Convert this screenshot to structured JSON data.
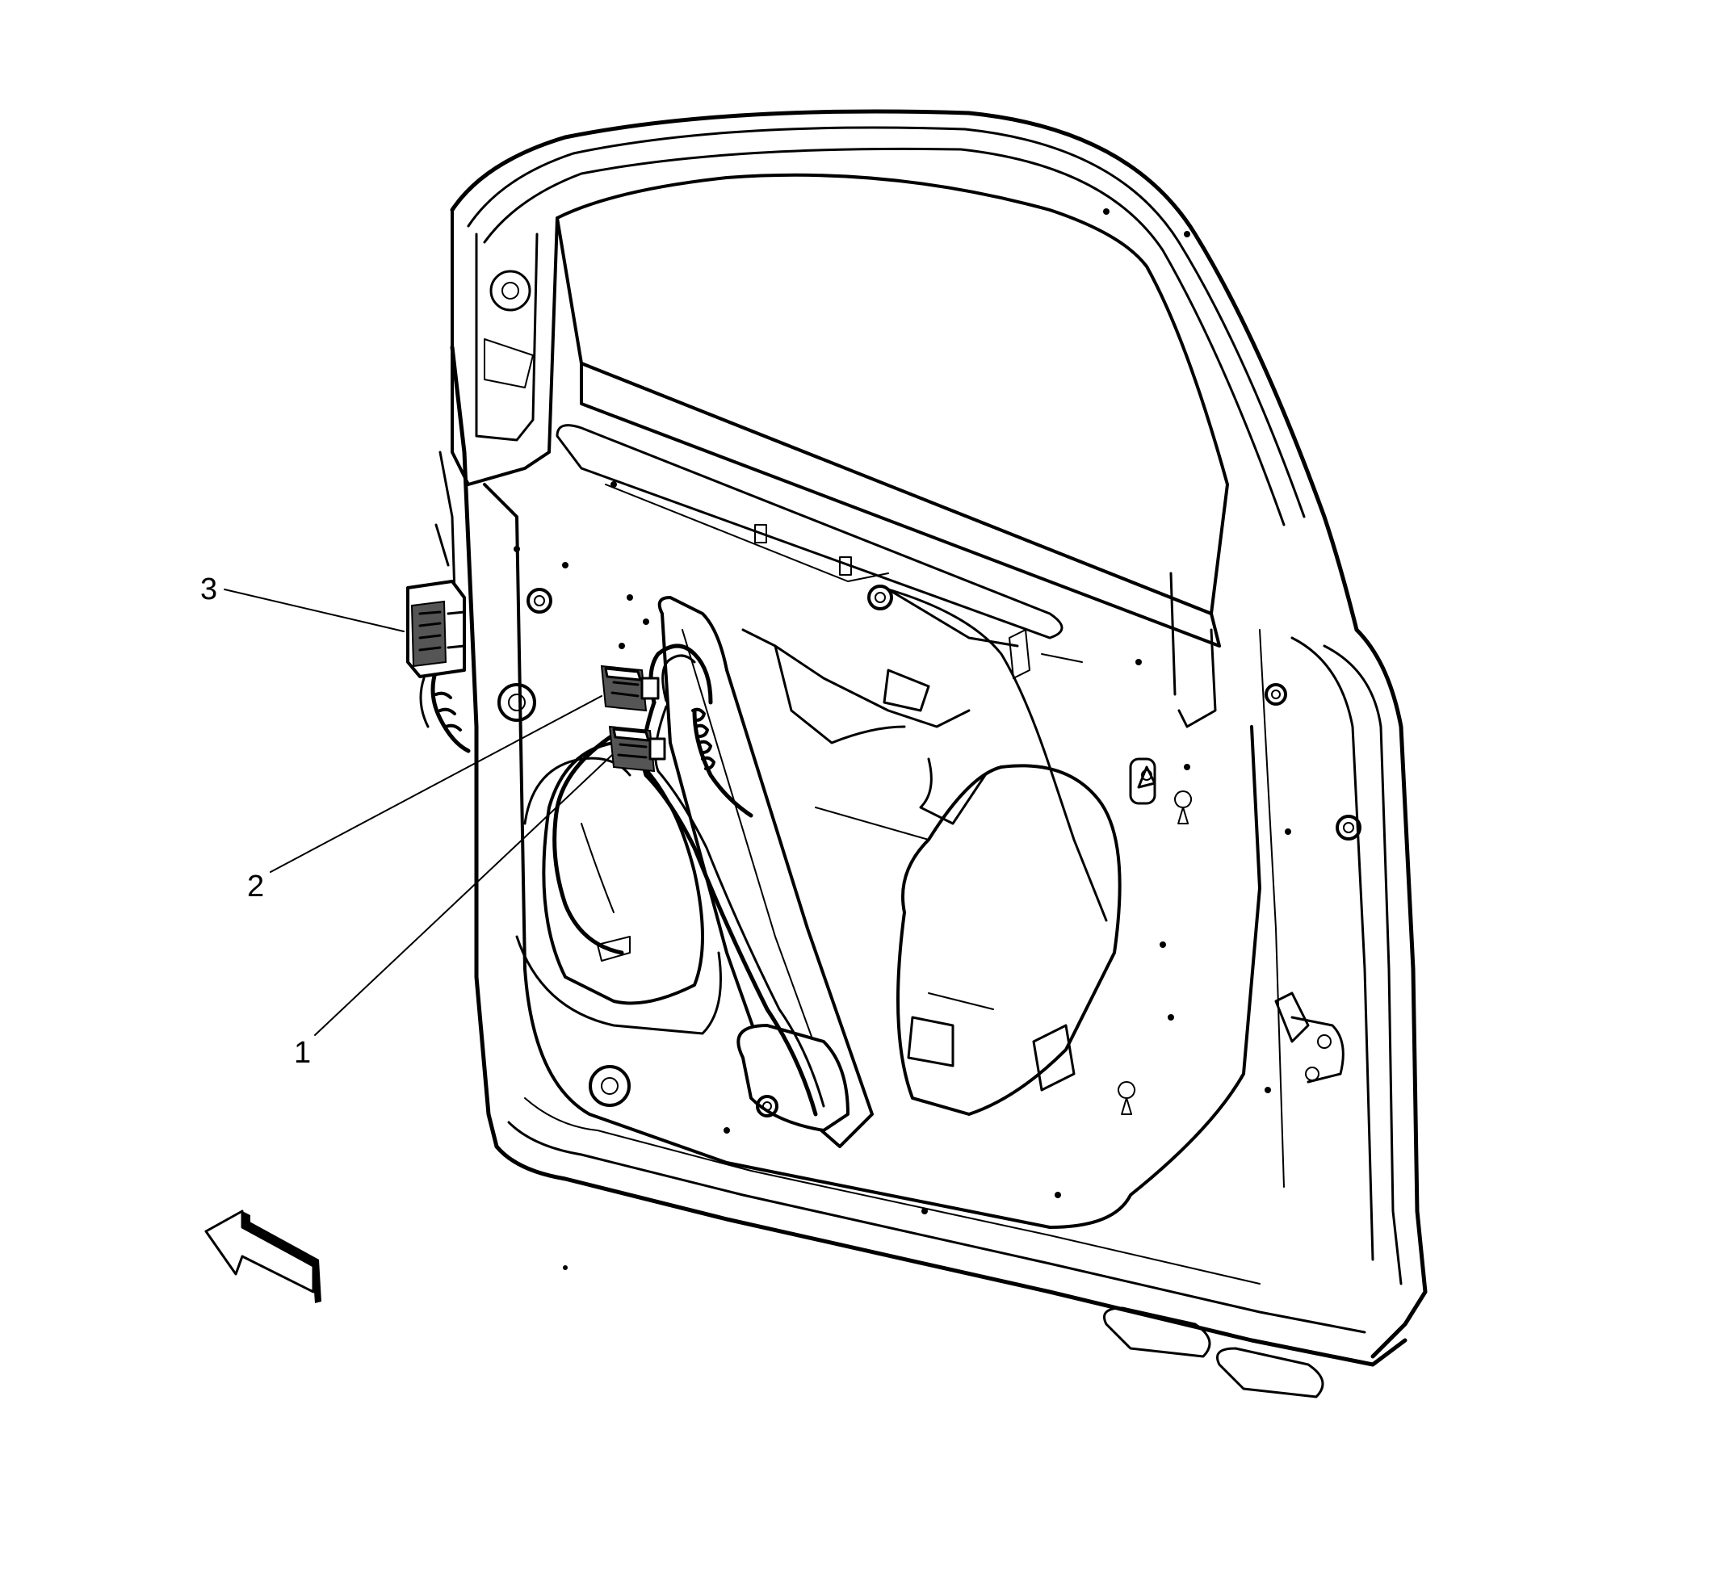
{
  "diagram": {
    "callouts": [
      {
        "id": "1",
        "label": "1"
      },
      {
        "id": "2",
        "label": "2"
      },
      {
        "id": "3",
        "label": "3"
      }
    ],
    "view_arrow_icon": "front-direction-arrow-icon",
    "colors": {
      "line": "#000000",
      "background": "#ffffff",
      "connector_fill": "#555555"
    }
  }
}
